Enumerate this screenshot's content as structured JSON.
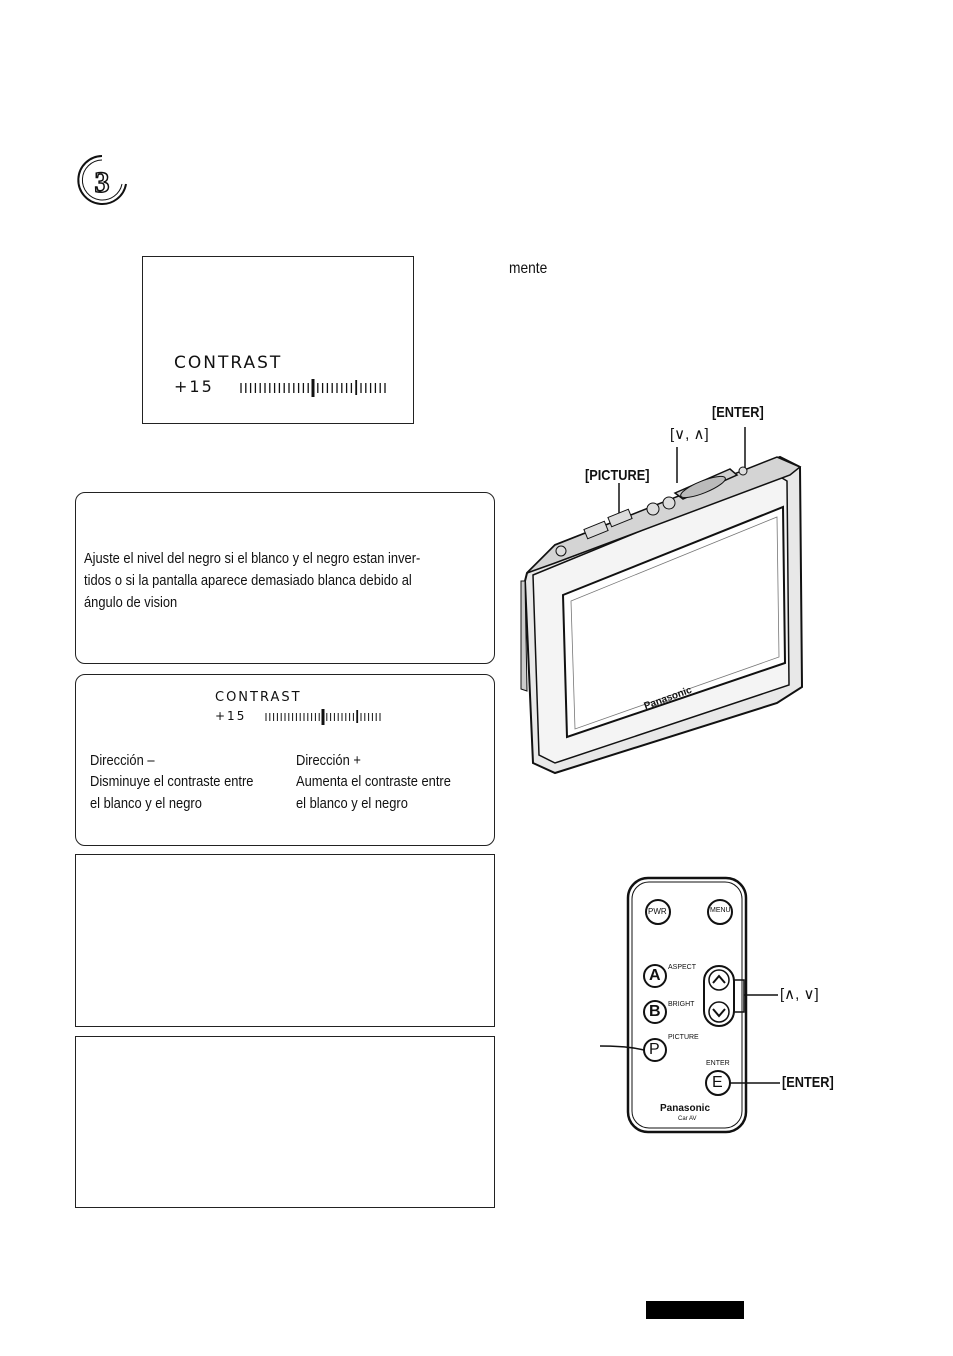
{
  "step": {
    "number": "3"
  },
  "osd_screen": {
    "label": "CONTRAST",
    "value": "+15"
  },
  "right_text": {
    "fragment": "mente"
  },
  "black_level_box": {
    "text": "Ajuste el nivel del negro si el blanco y el negro estan inver-\ntidos o si la pantalla aparece demasiado blanca debido al\nángulo de vision"
  },
  "contrast_box": {
    "osd_label": "CONTRAST",
    "osd_value": "+15",
    "minus": {
      "title": "Dirección –",
      "desc": "Disminuye el contraste entre\nel blanco y el negro"
    },
    "plus": {
      "title": "Dirección +",
      "desc": "Aumenta el contraste entre\nel blanco y el negro"
    }
  },
  "monitor": {
    "label_enter": "[ENTER]",
    "label_updown": "[∨, ∧]",
    "label_picture": "[PICTURE]",
    "brand": "Panasonic"
  },
  "remote": {
    "pwr": "PWR",
    "menu": "MENU",
    "a": "A",
    "aspect": "ASPECT",
    "b": "B",
    "bright": "BRIGHT",
    "p": "P",
    "picture": "PICTURE",
    "enter_small": "ENTER",
    "e": "E",
    "brand": "Panasonic",
    "sub": "Car AV",
    "label_updown": "[∧, ∨]",
    "label_enter": "[ENTER]"
  },
  "colors": {
    "ink": "#111111",
    "footer_bar": "#000000"
  }
}
